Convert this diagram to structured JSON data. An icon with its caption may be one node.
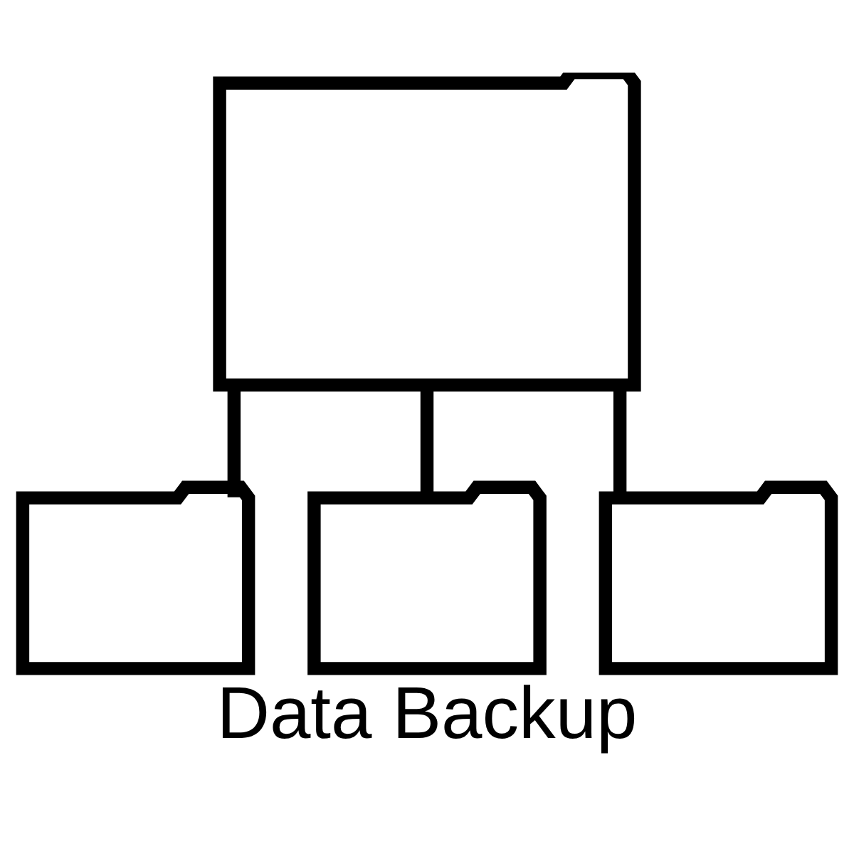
{
  "diagram": {
    "caption": "Data Backup",
    "nodes": [
      {
        "text": [],
        "shape": "folder"
      },
      {
        "text": [],
        "shape": "folder"
      },
      {
        "text": [],
        "shape": "folder"
      },
      {
        "text": [],
        "shape": "folder"
      }
    ],
    "edges": [
      {
        "from": 0,
        "to": 1,
        "arrow": "none"
      },
      {
        "from": 0,
        "to": 2,
        "arrow": "none"
      },
      {
        "from": 0,
        "to": 3,
        "arrow": "none"
      }
    ]
  }
}
